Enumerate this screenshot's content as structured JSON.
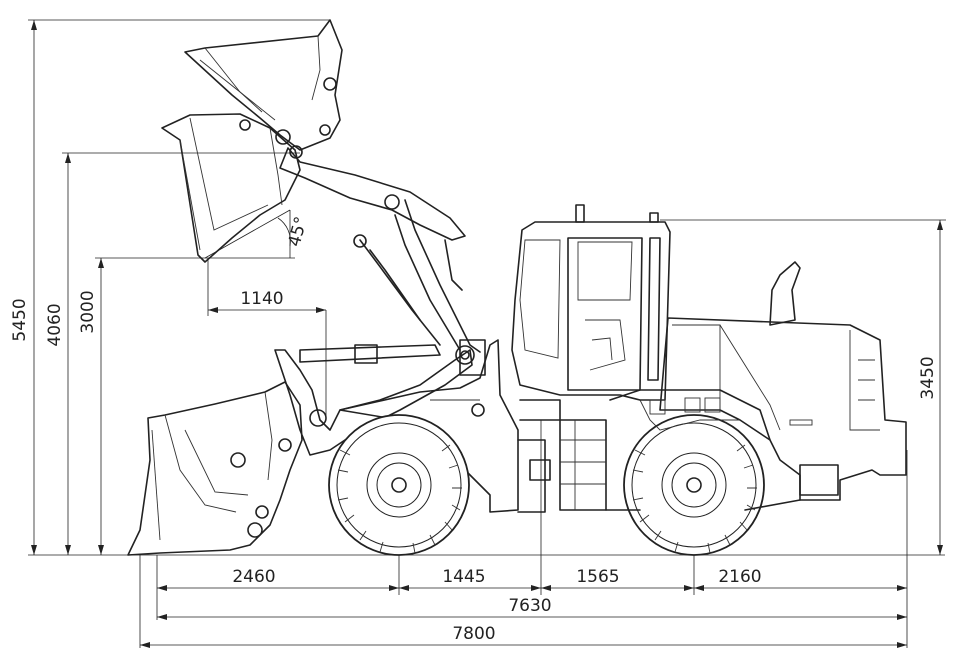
{
  "diagram": {
    "heights": {
      "max_height": "5450",
      "hinge_height": "4060",
      "dump_clearance": "3000",
      "cab_height": "3450"
    },
    "reach": "1140",
    "dump_angle": "45°",
    "lengths": {
      "front_overhang": "2460",
      "front_axle_to_pivot": "1445",
      "pivot_to_rear_axle": "1565",
      "rear_overhang": "2160",
      "total_without_bucket": "7630",
      "total_length": "7800"
    }
  }
}
